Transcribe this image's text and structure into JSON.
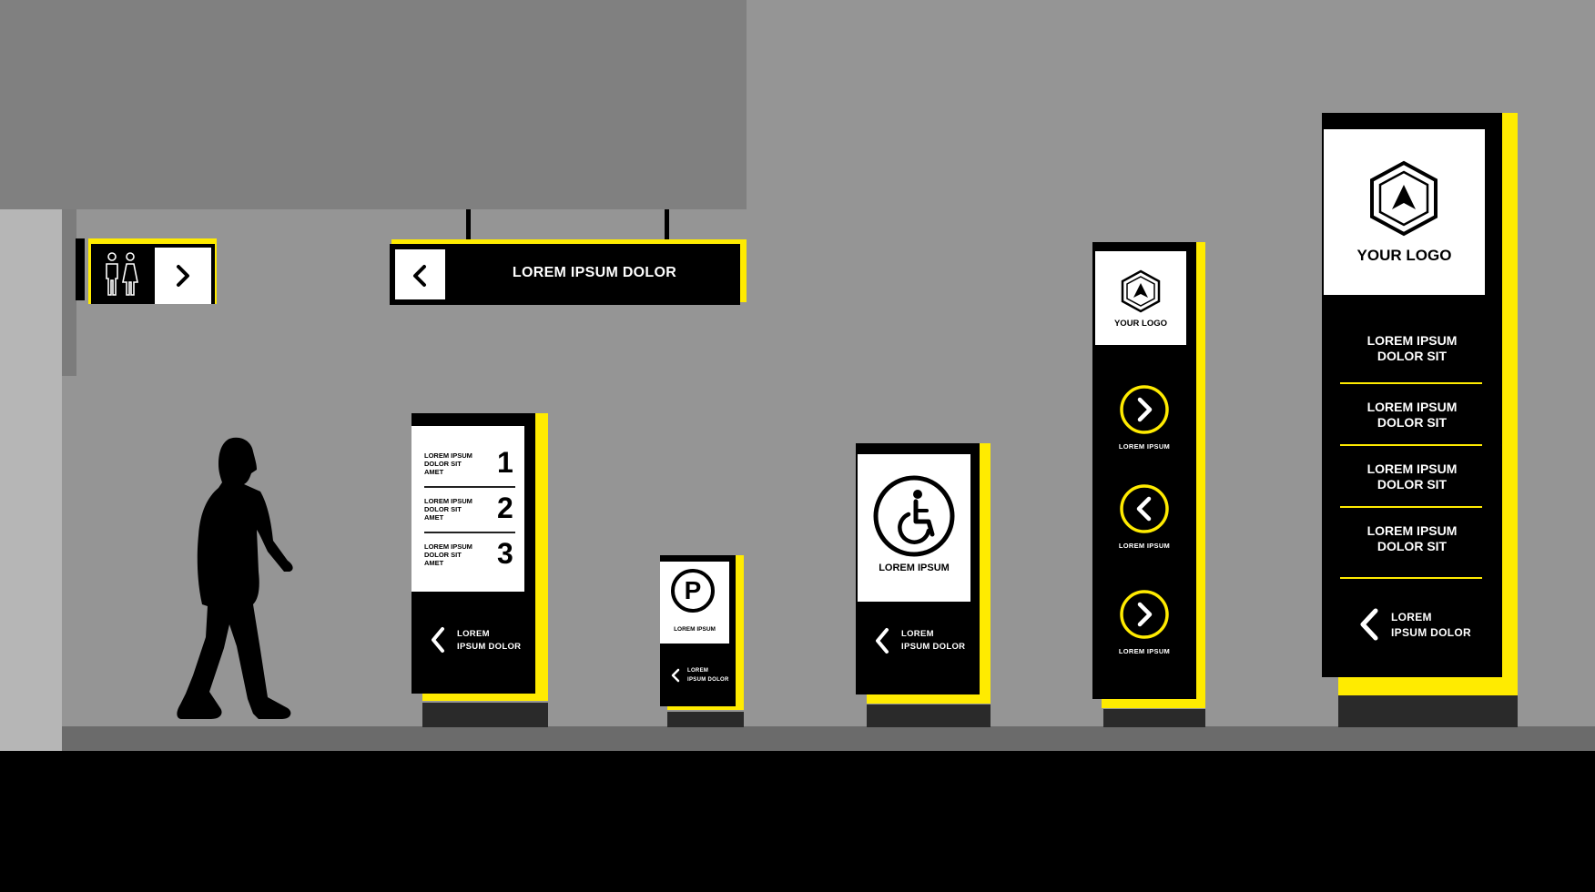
{
  "colors": {
    "wall": "#959595",
    "ceiling": "#808080",
    "pillar_side": "#b6b6b6",
    "pillar_dark": "#7c7c7c",
    "ledge": "#6b6b6b",
    "floor": "#000000",
    "accent": "#ffeb00",
    "sign_black": "#000000",
    "sign_white": "#ffffff",
    "base": "#2a2a2a"
  },
  "icons": {
    "restroom": "restroom-icon",
    "arrow_right": "chevron-right-icon",
    "arrow_left": "chevron-left-icon",
    "parking": "parking-icon",
    "wheelchair": "wheelchair-icon",
    "logo": "hexagon-logo-icon",
    "person": "walking-person-icon"
  },
  "hanging_sign": {
    "label": "LOREM IPSUM DOLOR"
  },
  "directory_sign": {
    "rows": [
      {
        "text_line1": "LOREM IPSUM",
        "text_line2": "DOLOR SIT",
        "text_line3": "AMET",
        "number": "1"
      },
      {
        "text_line1": "LOREM IPSUM",
        "text_line2": "DOLOR SIT",
        "text_line3": "AMET",
        "number": "2"
      },
      {
        "text_line1": "LOREM IPSUM",
        "text_line2": "DOLOR SIT",
        "text_line3": "AMET",
        "number": "3"
      }
    ],
    "footer_line1": "LOREM",
    "footer_line2": "IPSUM DOLOR"
  },
  "parking_sign": {
    "symbol": "P",
    "caption": "LOREM IPSUM",
    "footer_line1": "LOREM",
    "footer_line2": "IPSUM DOLOR"
  },
  "accessibility_sign": {
    "caption": "LOREM IPSUM",
    "footer_line1": "LOREM",
    "footer_line2": "IPSUM DOLOR"
  },
  "medium_tower": {
    "logo_text": "YOUR LOGO",
    "items": [
      {
        "label": "LOREM IPSUM"
      },
      {
        "label": "LOREM IPSUM"
      },
      {
        "label": "LOREM IPSUM"
      }
    ]
  },
  "tall_tower": {
    "logo_text": "YOUR LOGO",
    "items": [
      {
        "line1": "LOREM IPSUM",
        "line2": "DOLOR SIT"
      },
      {
        "line1": "LOREM IPSUM",
        "line2": "DOLOR SIT"
      },
      {
        "line1": "LOREM IPSUM",
        "line2": "DOLOR SIT"
      },
      {
        "line1": "LOREM IPSUM",
        "line2": "DOLOR SIT"
      }
    ],
    "footer_line1": "LOREM",
    "footer_line2": "IPSUM DOLOR"
  }
}
